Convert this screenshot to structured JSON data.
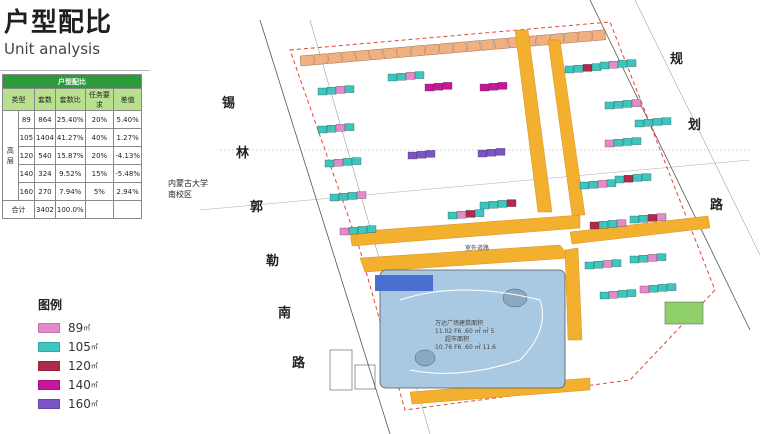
{
  "header": {
    "title_cn": "户型配比",
    "title_en": "Unit analysis"
  },
  "table": {
    "title": "户型配比",
    "headers": [
      "类型",
      "套数",
      "套数比",
      "任务要求",
      "差值"
    ],
    "group_label": "高层",
    "rows": [
      {
        "type": "89",
        "count": "864",
        "ratio": "25.40%",
        "requirement": "20%",
        "diff": "5.40%"
      },
      {
        "type": "105",
        "count": "1404",
        "ratio": "41.27%",
        "requirement": "40%",
        "diff": "1.27%"
      },
      {
        "type": "120",
        "count": "540",
        "ratio": "15.87%",
        "requirement": "20%",
        "diff": "-4.13%"
      },
      {
        "type": "140",
        "count": "324",
        "ratio": "9.52%",
        "requirement": "15%",
        "diff": "-5.48%"
      },
      {
        "type": "160",
        "count": "270",
        "ratio": "7.94%",
        "requirement": "5%",
        "diff": "2.94%"
      }
    ],
    "total": {
      "label": "合计",
      "count": "3402",
      "ratio": "100.0%"
    }
  },
  "legend": {
    "title": "图例",
    "unit": "㎡",
    "items": [
      {
        "value": "89",
        "color": "#e58ac8"
      },
      {
        "value": "105",
        "color": "#3cc6c0"
      },
      {
        "value": "120",
        "color": "#b02a4b"
      },
      {
        "value": "140",
        "color": "#c8169a"
      },
      {
        "value": "160",
        "color": "#7a55c8"
      }
    ]
  },
  "map": {
    "streets": {
      "left": [
        "锡",
        "林",
        "郭",
        "勒",
        "南",
        "路"
      ],
      "right": [
        "规",
        "划",
        "路"
      ]
    },
    "campus_label_1": "内蒙古大学",
    "campus_label_2": "南校区",
    "plaza_label_1": "万达广场建筑面积",
    "plaza_label_2": "11.02 F6 .60 ㎡ ㎡ 5",
    "plaza_label_3": "超市面积",
    "plaza_label_4": "10.76 F6 .60 ㎡ 11.6",
    "road_label": "室外道路",
    "colors": {
      "road": "#f3b02e",
      "townhouse": "#f1b07f",
      "plaza": "#a9c9e3",
      "grass": "#8fd06a",
      "boundary": "#e2463b"
    }
  }
}
